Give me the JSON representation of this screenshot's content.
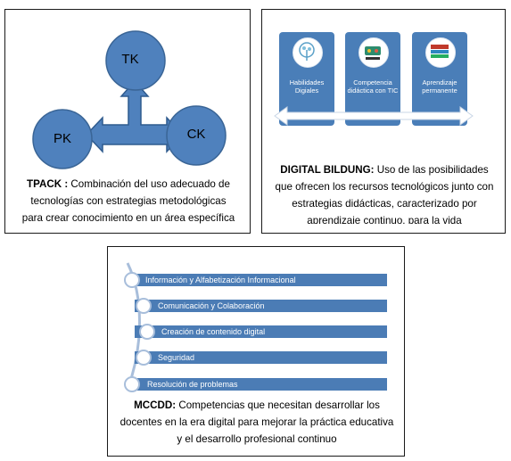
{
  "tpack": {
    "nodes": {
      "tk": "TK",
      "pk": "PK",
      "ck": "CK"
    },
    "title": "TPACK :",
    "description": " Combinación del uso adecuado de tecnologías con estrategias metodológicas para crear conocimiento en un área específica"
  },
  "digital_bildung": {
    "tiles": [
      {
        "label": "Habilidades Digiales"
      },
      {
        "label": "Competencia didáctica con TIC"
      },
      {
        "label": "Aprendizaje permanente"
      }
    ],
    "title": "DIGITAL BILDUNG:",
    "description": " Uso de las posibilidades que ofrecen los recursos tecnológicos junto con estrategias didácticas, caracterizado por aprendizaje continuo, para la vida"
  },
  "mccdd": {
    "items": [
      {
        "label": "Información y Alfabetización Informacional"
      },
      {
        "label": "Comunicación y Colaboración"
      },
      {
        "label": "Creación de contenido digital"
      },
      {
        "label": "Seguridad"
      },
      {
        "label": "Resolución de problemas"
      }
    ],
    "title": "MCCDD:",
    "description": " Competencias que necesitan desarrollar los docentes en la era digital para mejorar la práctica educativa y el desarrollo profesional continuo"
  },
  "colors": {
    "circle": "#4f81bd",
    "circle_stroke": "#3a6596",
    "tile": "#4a7eb8",
    "bar": "#4b7cb5",
    "node_ring": "#a8bedb"
  }
}
